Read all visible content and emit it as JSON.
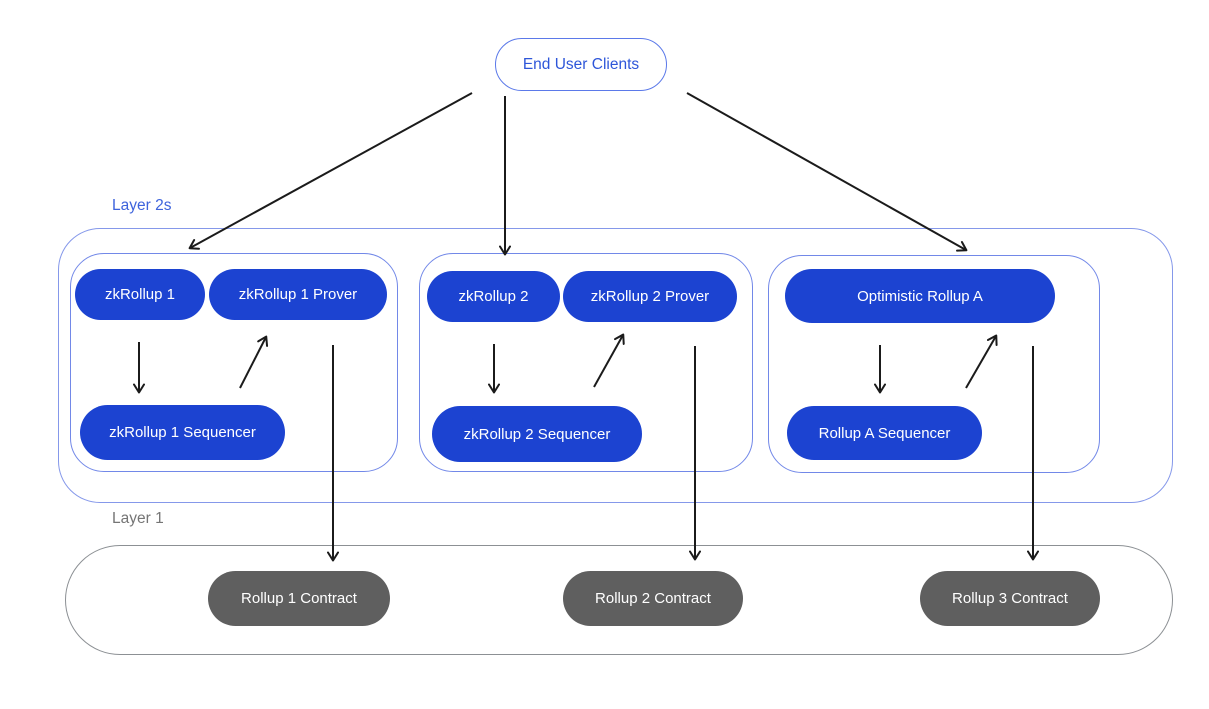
{
  "labels": {
    "layer2s": "Layer 2s",
    "layer1": "Layer 1"
  },
  "nodes": {
    "end_user_clients": "End User Clients",
    "zk1": "zkRollup 1",
    "zk1_prover": "zkRollup 1 Prover",
    "zk1_sequencer": "zkRollup 1 Sequencer",
    "zk2": "zkRollup 2",
    "zk2_prover": "zkRollup 2 Prover",
    "zk2_sequencer": "zkRollup 2 Sequencer",
    "opt_rollup_a": "Optimistic Rollup A",
    "rollup_a_sequencer": "Rollup A Sequencer",
    "contract1": "Rollup 1 Contract",
    "contract2": "Rollup 2 Contract",
    "contract3": "Rollup 3 Contract"
  },
  "colors": {
    "node_fill_blue": "#1c43d1",
    "node_fill_gray": "#5f5f5f",
    "container_border_blue": "#7288e8",
    "outer_border_blue": "#8598ea",
    "end_user_border_blue": "#5b79e9",
    "end_user_text_blue": "#2e56d9",
    "layer2s_label_blue": "#3d63dc",
    "layer1_label_gray": "#757575",
    "layer1_border_gray": "#8c9094",
    "arrow_black": "#1b1b1b",
    "node_text_white": "#ffffff"
  },
  "edges": [
    {
      "from": "End User Clients",
      "to": "zkRollup 1 group"
    },
    {
      "from": "End User Clients",
      "to": "zkRollup 2 group"
    },
    {
      "from": "End User Clients",
      "to": "Optimistic Rollup A group"
    },
    {
      "from": "zkRollup 1",
      "to": "zkRollup 1 Sequencer"
    },
    {
      "from": "zkRollup 1 Sequencer",
      "to": "zkRollup 1 Prover"
    },
    {
      "from": "zkRollup 1 Prover",
      "to": "Rollup 1 Contract"
    },
    {
      "from": "zkRollup 2",
      "to": "zkRollup 2 Sequencer"
    },
    {
      "from": "zkRollup 2 Sequencer",
      "to": "zkRollup 2 Prover"
    },
    {
      "from": "zkRollup 2 Prover",
      "to": "Rollup 2 Contract"
    },
    {
      "from": "Optimistic Rollup A",
      "to": "Rollup A Sequencer"
    },
    {
      "from": "Rollup A Sequencer",
      "to": "Optimistic Rollup A"
    },
    {
      "from": "Optimistic Rollup A",
      "to": "Rollup 3 Contract"
    }
  ]
}
